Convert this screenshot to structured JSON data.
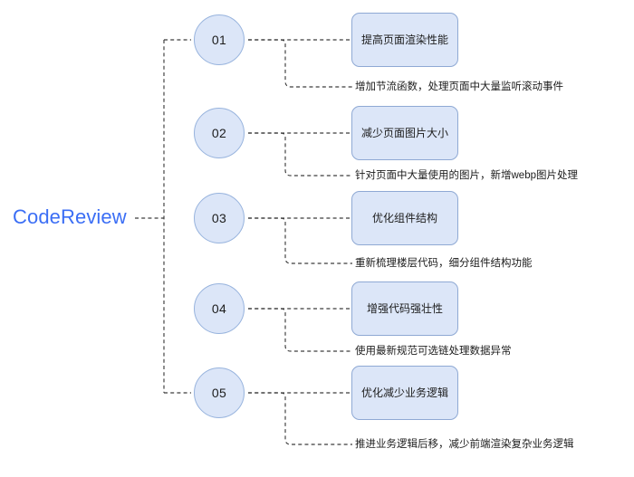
{
  "diagram": {
    "type": "mindmap",
    "root": {
      "label": "CodeReview",
      "color": "#3b6ef5"
    },
    "theme": {
      "node_fill": "#dce6f8",
      "node_border": "#97b3dd",
      "box_fill": "#dce6f8",
      "box_border": "#8fa9d4",
      "connector": "#3c3c3c",
      "text": "#1c1c1c",
      "background": "#ffffff"
    },
    "branches": [
      {
        "number": "01",
        "title": "提高页面渲染性能",
        "description": "增加节流函数，处理页面中大量监听滚动事件"
      },
      {
        "number": "02",
        "title": "减少页面图片大小",
        "description": "针对页面中大量使用的图片，新增webp图片处理"
      },
      {
        "number": "03",
        "title": "优化组件结构",
        "description": "重新梳理楼层代码，细分组件结构功能"
      },
      {
        "number": "04",
        "title": "增强代码强壮性",
        "description": "使用最新规范可选链处理数据异常"
      },
      {
        "number": "05",
        "title": "优化减少业务逻辑",
        "description": "推进业务逻辑后移，减少前端渲染复杂业务逻辑"
      }
    ]
  }
}
